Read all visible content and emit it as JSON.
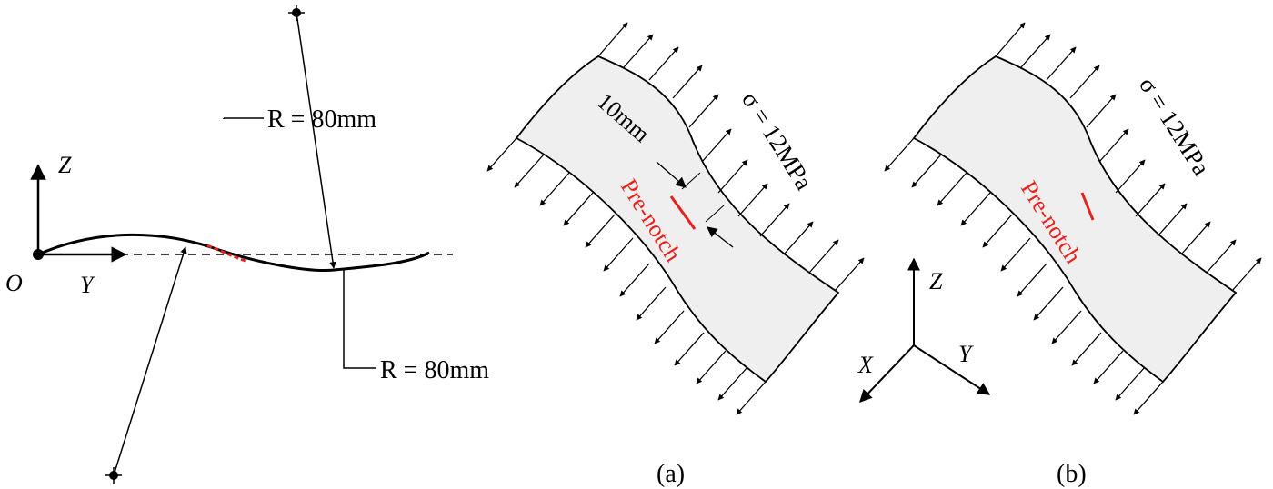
{
  "left_panel": {
    "origin_label": "O",
    "axis_z_label": "Z",
    "axis_y_label": "Y",
    "radius_label_top": "R = 80mm",
    "radius_label_bottom": "R = 80mm"
  },
  "panel_a": {
    "caption": "(a)",
    "stress_label": "σ = 12MPa",
    "notch_label": "Pre-notch",
    "dimension_label": "10mm"
  },
  "panel_b": {
    "caption": "(b)",
    "stress_label": "σ = 12MPa",
    "notch_label": "Pre-notch"
  },
  "axis_triad": {
    "z_label": "Z",
    "x_label": "X",
    "y_label": "Y"
  },
  "colors": {
    "line": "#000000",
    "notch": "#e8211c",
    "specimen_fill": "#efefef",
    "dashed_axis": "#000000"
  }
}
